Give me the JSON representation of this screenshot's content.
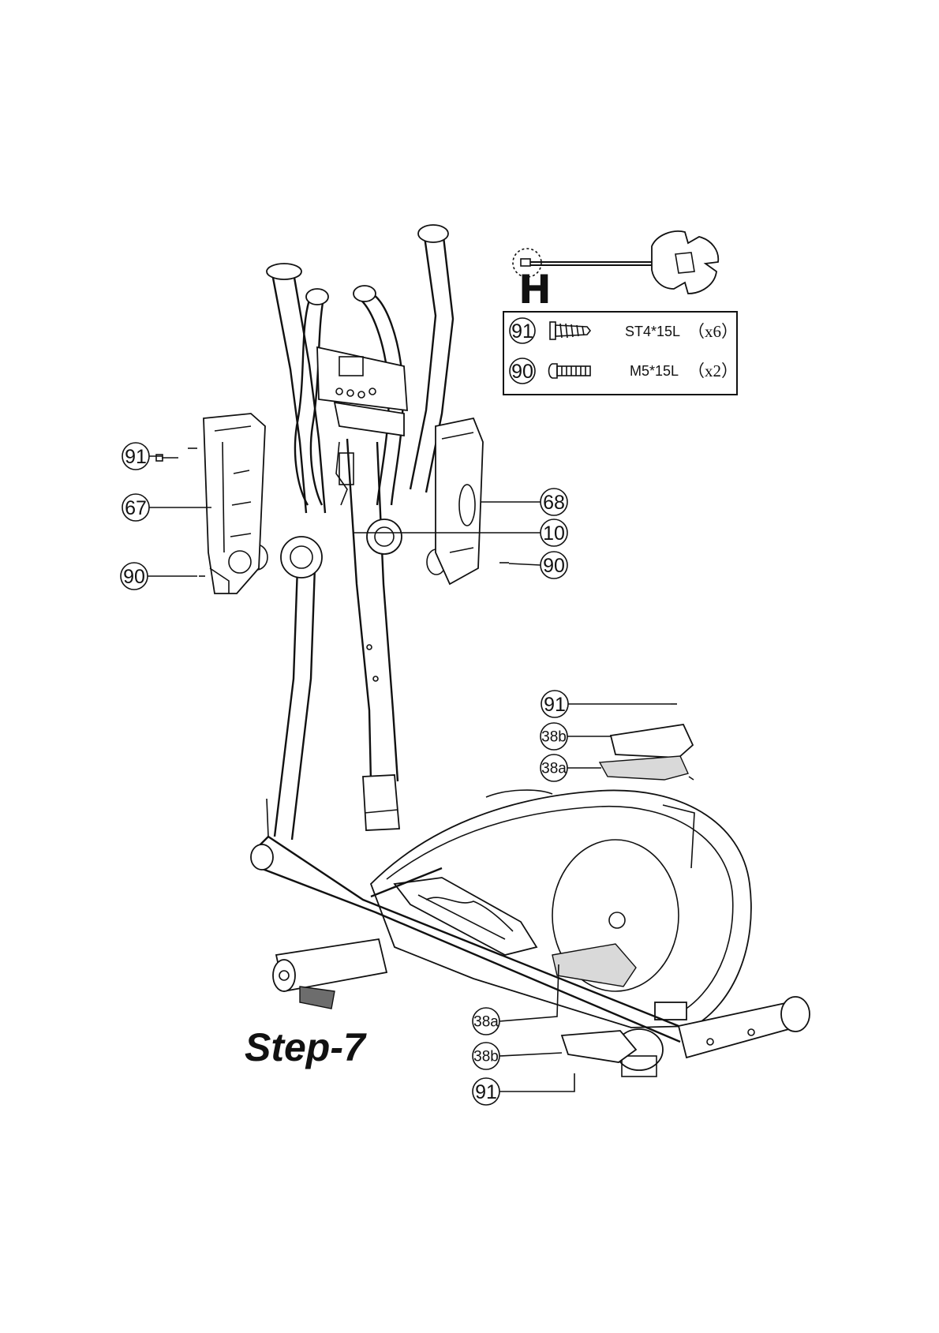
{
  "step": {
    "title": "Step-7"
  },
  "hardware_kit": {
    "tool_letter": "H",
    "items": [
      {
        "part": "91",
        "size": "ST4*15L",
        "qty": "（x6）",
        "icon": "tapping-screw-icon"
      },
      {
        "part": "90",
        "size": "M5*15L",
        "qty": "（x2）",
        "icon": "machine-screw-icon"
      }
    ]
  },
  "callouts": {
    "c91_top": "91",
    "c67": "67",
    "c90_left": "90",
    "c68": "68",
    "c10": "10",
    "c90_right": "90",
    "c91_upper": "91",
    "c38b_upper": "38b",
    "c38a_upper": "38a",
    "c38a_lower": "38a",
    "c38b_lower": "38b",
    "c91_lower": "91"
  }
}
